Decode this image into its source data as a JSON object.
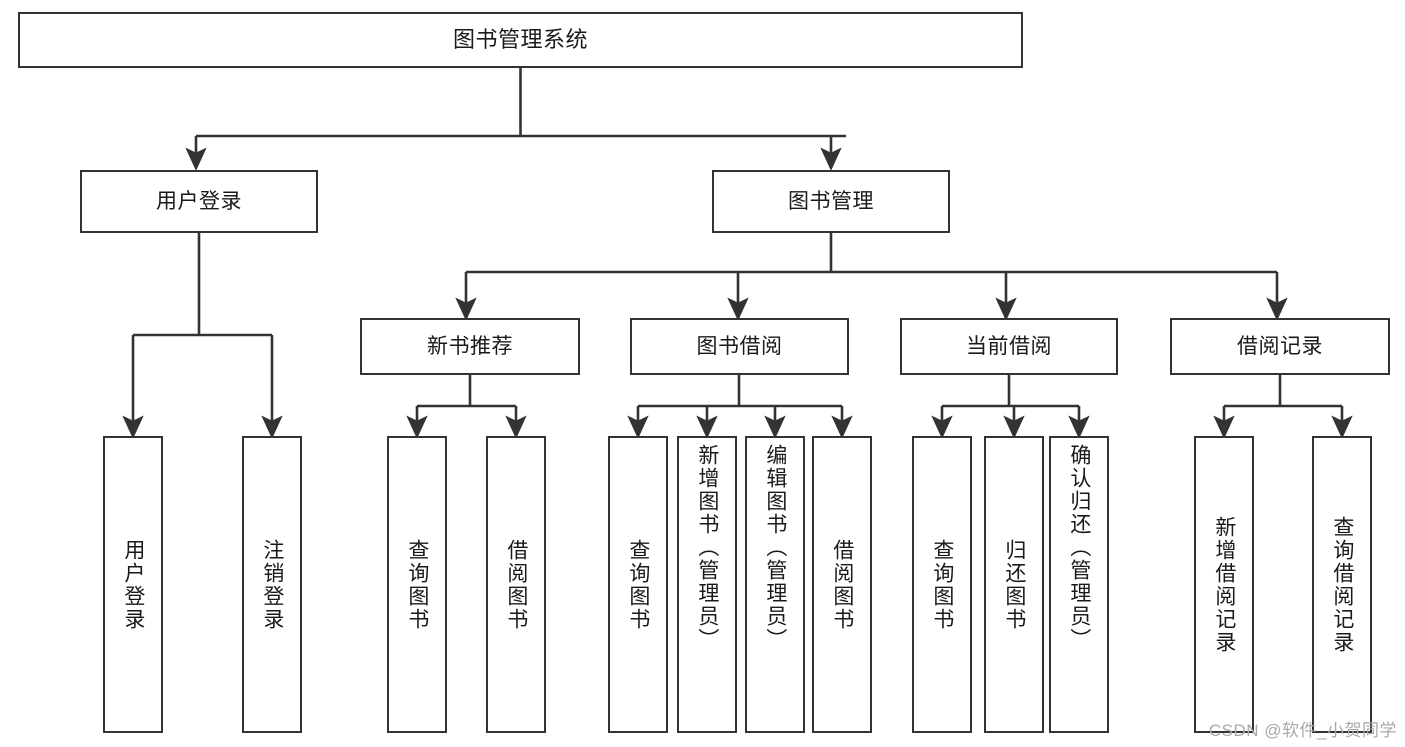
{
  "diagram": {
    "type": "tree",
    "title": "图书管理系统",
    "root": {
      "id": "root",
      "label": "图书管理系统",
      "orientation": "horizontal"
    },
    "level2": [
      {
        "id": "user-login",
        "label": "用户登录",
        "orientation": "horizontal"
      },
      {
        "id": "book-management",
        "label": "图书管理",
        "orientation": "horizontal"
      }
    ],
    "level3": [
      {
        "id": "new-book-recommend",
        "label": "新书推荐",
        "orientation": "horizontal",
        "parent": "book-management"
      },
      {
        "id": "book-borrow",
        "label": "图书借阅",
        "orientation": "horizontal",
        "parent": "book-management"
      },
      {
        "id": "current-borrow",
        "label": "当前借阅",
        "orientation": "horizontal",
        "parent": "book-management"
      },
      {
        "id": "borrow-record",
        "label": "借阅记录",
        "orientation": "horizontal",
        "parent": "book-management"
      }
    ],
    "leaves": [
      {
        "id": "leaf-user-login",
        "label": "用户登录",
        "parent": "user-login",
        "orientation": "vertical"
      },
      {
        "id": "leaf-user-logout",
        "label": "注销登录",
        "parent": "user-login",
        "orientation": "vertical"
      },
      {
        "id": "leaf-query-book-1",
        "label": "查询图书",
        "parent": "new-book-recommend",
        "orientation": "vertical"
      },
      {
        "id": "leaf-borrow-book-1",
        "label": "借阅图书",
        "parent": "new-book-recommend",
        "orientation": "vertical"
      },
      {
        "id": "leaf-query-book-2",
        "label": "查询图书",
        "parent": "book-borrow",
        "orientation": "vertical"
      },
      {
        "id": "leaf-add-book",
        "label": "新增图书（管理员）",
        "parent": "book-borrow",
        "orientation": "vertical"
      },
      {
        "id": "leaf-edit-book",
        "label": "编辑图书（管理员）",
        "parent": "book-borrow",
        "orientation": "vertical"
      },
      {
        "id": "leaf-borrow-book-2",
        "label": "借阅图书",
        "parent": "book-borrow",
        "orientation": "vertical"
      },
      {
        "id": "leaf-query-book-3",
        "label": "查询图书",
        "parent": "current-borrow",
        "orientation": "vertical"
      },
      {
        "id": "leaf-return-book",
        "label": "归还图书",
        "parent": "current-borrow",
        "orientation": "vertical"
      },
      {
        "id": "leaf-confirm-return",
        "label": "确认归还（管理员）",
        "parent": "current-borrow",
        "orientation": "vertical"
      },
      {
        "id": "leaf-add-record",
        "label": "新增借阅记录",
        "parent": "borrow-record",
        "orientation": "vertical"
      },
      {
        "id": "leaf-query-record",
        "label": "查询借阅记录",
        "parent": "borrow-record",
        "orientation": "vertical"
      }
    ],
    "colors": {
      "box_border": "#333333",
      "box_fill": "#ffffff",
      "edge": "#333333",
      "text": "#1a1a1a",
      "watermark": "#a9a9a9",
      "background": "#ffffff"
    }
  },
  "watermark": {
    "text": "CSDN @软件_小贺同学"
  }
}
